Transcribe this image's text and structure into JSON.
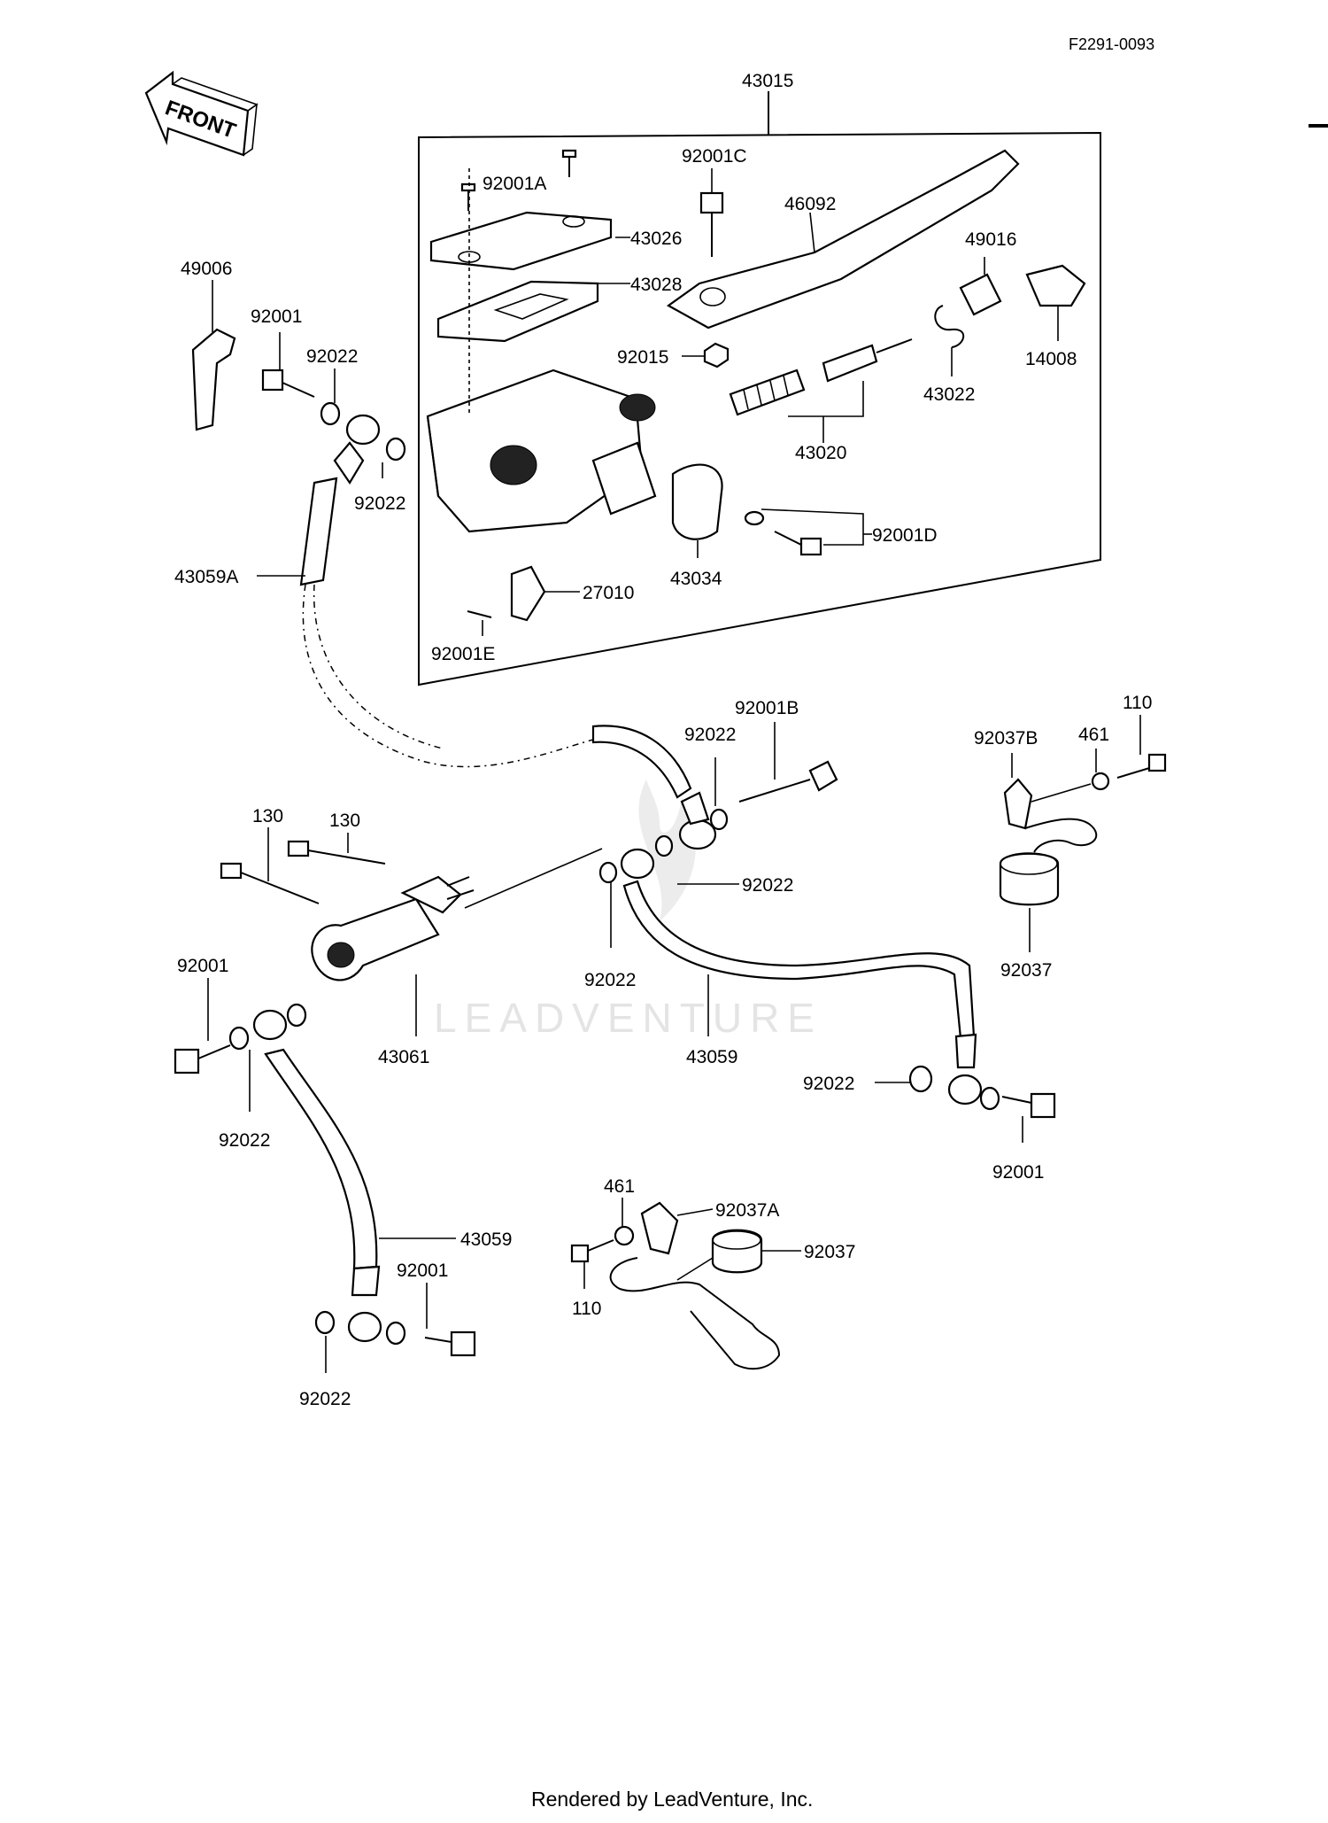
{
  "header": {
    "figure_code": "F2291-0093"
  },
  "front_arrow": {
    "label": "FRONT"
  },
  "watermark": {
    "text": "LEADVENTURE"
  },
  "footer": {
    "rendered_by": "Rendered by LeadVenture, Inc."
  },
  "callouts": {
    "assy_43015": "43015",
    "p92001A": "92001A",
    "p43026": "43026",
    "p43028": "43028",
    "p92001C": "92001C",
    "p46092": "46092",
    "p49016": "49016",
    "p14008": "14008",
    "p43022": "43022",
    "p92015": "92015",
    "p43020": "43020",
    "p92001D": "92001D",
    "p43034": "43034",
    "p27010": "27010",
    "p92001E": "92001E",
    "p49006": "49006",
    "p92001_top": "92001",
    "p92022_top_a": "92022",
    "p92022_top_b": "92022",
    "p43059A": "43059A",
    "p92001B": "92001B",
    "p92022_mid_a": "92022",
    "p92022_mid_b": "92022",
    "p92022_mid_c": "92022",
    "p110_top": "110",
    "p461_top": "461",
    "p92037B": "92037B",
    "p92037_top": "92037",
    "p130_a": "130",
    "p130_b": "130",
    "p92001_left": "92001",
    "p92022_left": "92022",
    "p43061": "43061",
    "p43059_mid": "43059",
    "p92022_right": "92022",
    "p92001_right": "92001",
    "p43059_low": "43059",
    "p92001_low": "92001",
    "p92022_low": "92022",
    "p461_low": "461",
    "p92037A": "92037A",
    "p92037_low": "92037",
    "p110_low": "110"
  }
}
